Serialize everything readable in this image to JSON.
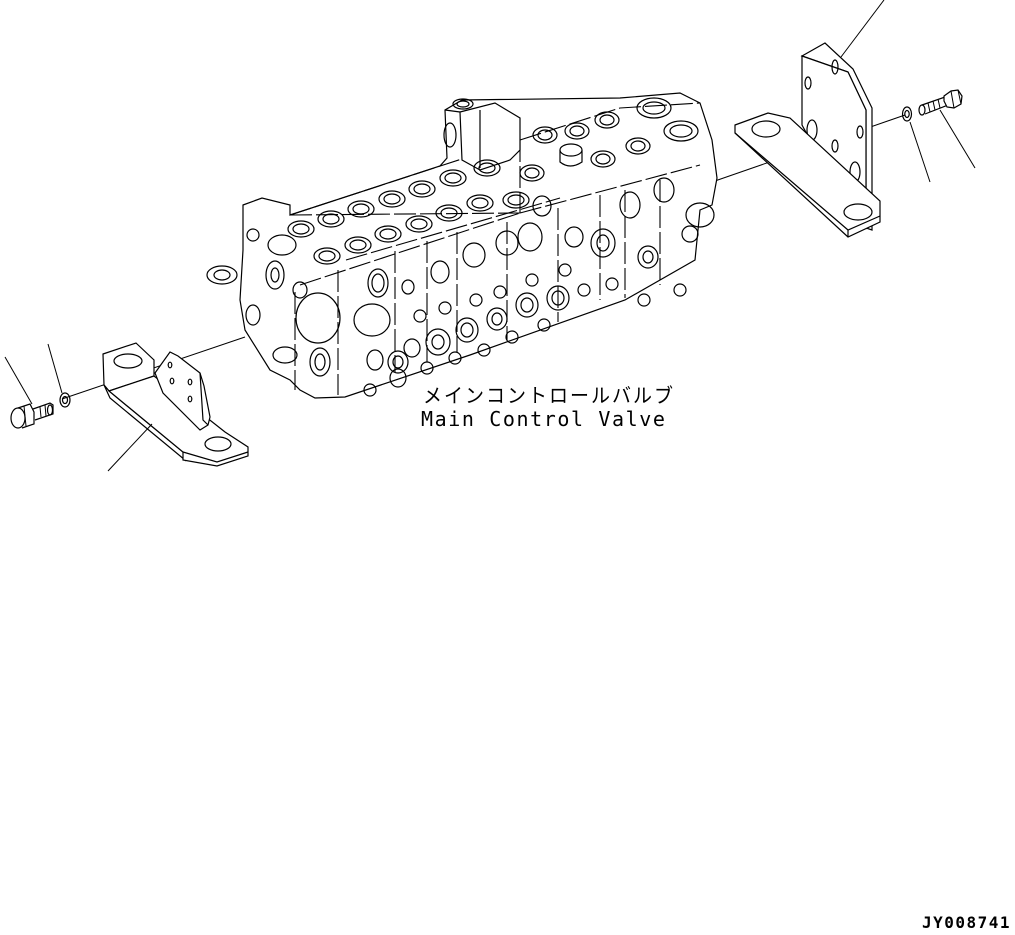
{
  "diagram": {
    "type": "exploded-parts-view",
    "title_jp": "メインコントロールバルブ",
    "title_en": "Main Control Valve",
    "figure_id": "JY008741",
    "colors": {
      "line": "#000000",
      "background": "#ffffff"
    },
    "parts": [
      {
        "id": "main-control-valve",
        "label": "Main Control Valve",
        "position": "center"
      },
      {
        "id": "right-bracket",
        "label": "",
        "position": "upper-right",
        "leader": true
      },
      {
        "id": "right-washer",
        "label": "",
        "position": "right",
        "leader": true
      },
      {
        "id": "right-bolt",
        "label": "",
        "position": "far-right",
        "leader": true
      },
      {
        "id": "left-bracket",
        "label": "",
        "position": "lower-left",
        "leader": true
      },
      {
        "id": "left-washer",
        "label": "",
        "position": "left",
        "leader": true
      },
      {
        "id": "left-bolt",
        "label": "",
        "position": "far-left",
        "leader": true
      }
    ]
  }
}
